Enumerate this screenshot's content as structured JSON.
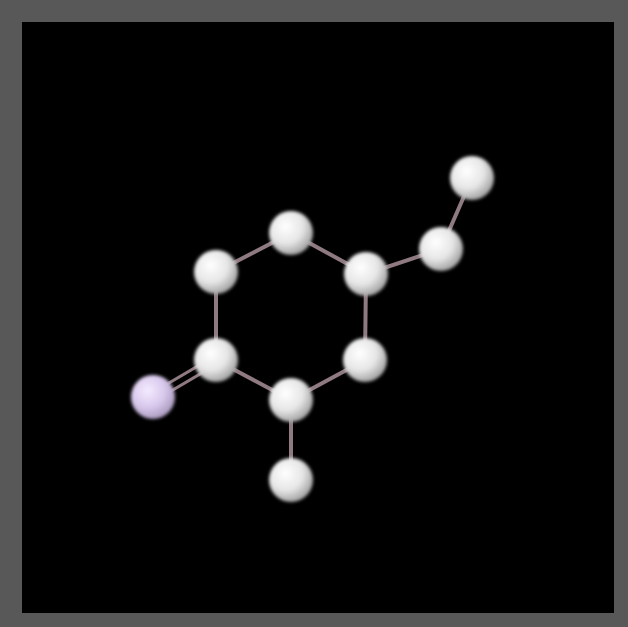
{
  "scene": {
    "frame_color": "#585858",
    "background_color": "#000000",
    "atom_color": "#e6e6e6",
    "atom_highlight": "#ffffff",
    "atom_shade": "#9a9a9a",
    "hetero_atom_color": "#d8c8ec",
    "bond_color": "#8e7a80"
  },
  "molecule": {
    "atoms": [
      {
        "id": "a1",
        "kind": "carbon"
      },
      {
        "id": "a2",
        "kind": "carbon"
      },
      {
        "id": "a3",
        "kind": "carbon"
      },
      {
        "id": "a4",
        "kind": "carbon"
      },
      {
        "id": "a5",
        "kind": "carbon"
      },
      {
        "id": "a6",
        "kind": "carbon"
      },
      {
        "id": "a7",
        "kind": "carbon"
      },
      {
        "id": "a8",
        "kind": "carbon"
      },
      {
        "id": "a9",
        "kind": "carbon"
      },
      {
        "id": "a10",
        "kind": "hetero"
      }
    ],
    "bonds": [
      {
        "from": "a1",
        "to": "a2",
        "order": 1
      },
      {
        "from": "a2",
        "to": "a3",
        "order": 1
      },
      {
        "from": "a3",
        "to": "a4",
        "order": 1
      },
      {
        "from": "a4",
        "to": "a5",
        "order": 1
      },
      {
        "from": "a5",
        "to": "a6",
        "order": 1
      },
      {
        "from": "a6",
        "to": "a1",
        "order": 1
      },
      {
        "from": "a3",
        "to": "a7",
        "order": 1
      },
      {
        "from": "a7",
        "to": "a8",
        "order": 1
      },
      {
        "from": "a5",
        "to": "a9",
        "order": 1
      },
      {
        "from": "a6",
        "to": "a10",
        "order": 2
      }
    ]
  }
}
